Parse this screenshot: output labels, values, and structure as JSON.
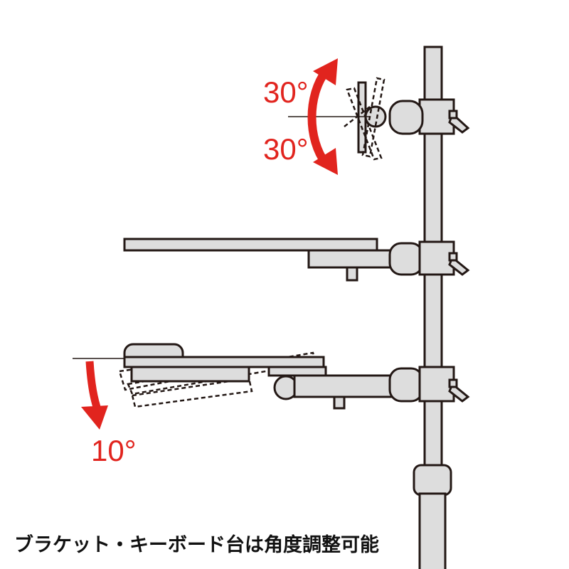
{
  "annotations": {
    "top_up_angle": "30°",
    "top_down_angle": "30°",
    "bottom_tilt_angle": "10°"
  },
  "caption": "ブラケット・キーボード台は角度調整可能",
  "colors": {
    "accent": "#e1241e",
    "line": "#231815",
    "fill": "#dddddd"
  }
}
